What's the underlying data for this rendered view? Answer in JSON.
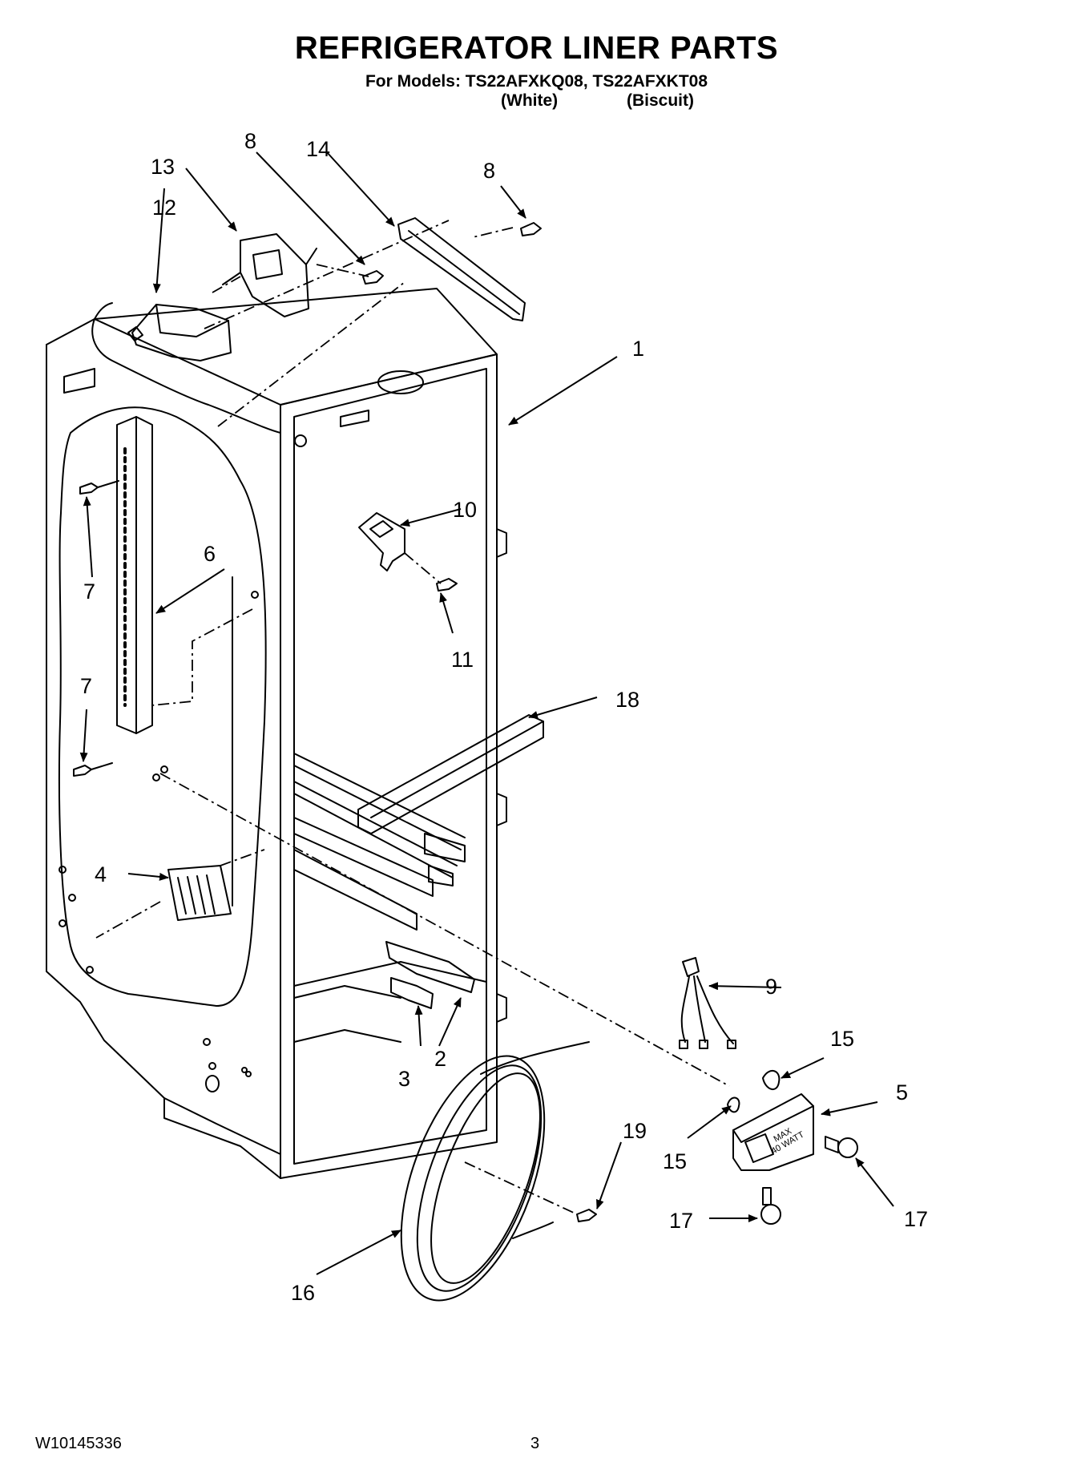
{
  "title": "REFRIGERATOR LINER PARTS",
  "models_line": "For Models: TS22AFXKQ08, TS22AFXKT08",
  "variants": [
    "(White)",
    "(Biscuit)"
  ],
  "footer": {
    "doc_number": "W10145336",
    "page": "3"
  },
  "callouts": [
    "1",
    "2",
    "3",
    "4",
    "5",
    "6",
    "7",
    "7",
    "8",
    "8",
    "9",
    "10",
    "11",
    "12",
    "13",
    "14",
    "15",
    "15",
    "16",
    "17",
    "17",
    "18",
    "19"
  ],
  "lamp_label": [
    "MAX",
    "40 WATT"
  ]
}
